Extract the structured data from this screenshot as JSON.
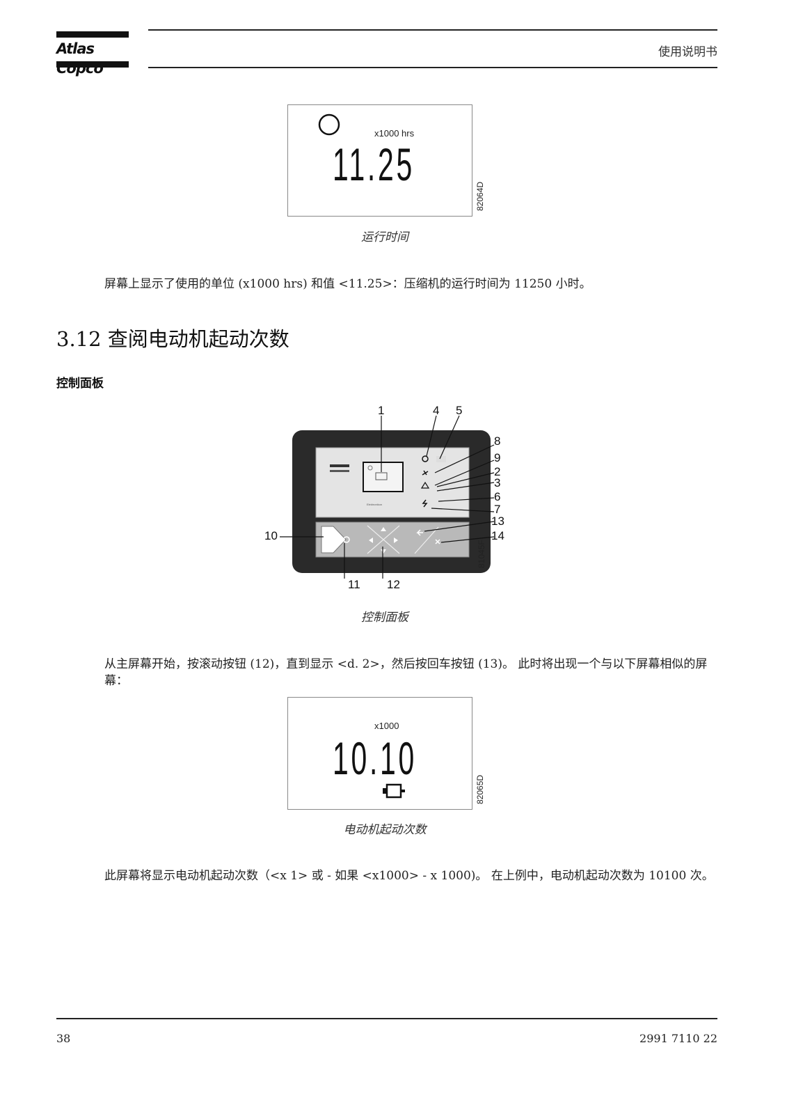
{
  "header": {
    "brand": "Atlas Copco",
    "title": "使用说明书"
  },
  "figure1": {
    "unit": "x1000 hrs",
    "value": "11.25",
    "code": "82064D",
    "caption": "运行时间"
  },
  "para1": "屏幕上显示了使用的单位 (x1000 hrs) 和值 <11.25>：压缩机的运行时间为 11250 小时。",
  "section": {
    "title": "3.12  查阅电动机起动次数",
    "subtitle": "控制面板"
  },
  "panel": {
    "code": "81045F",
    "caption": "控制面板",
    "callouts": [
      "1",
      "4",
      "5",
      "8",
      "9",
      "2",
      "3",
      "6",
      "7",
      "13",
      "14",
      "10",
      "11",
      "12"
    ]
  },
  "para2": "从主屏幕开始，按滚动按钮 (12)，直到显示 <d. 2>，然后按回车按钮 (13)。 此时将出现一个与以下屏幕相似的屏幕：",
  "figure2": {
    "unit": "x1000",
    "value": "10.10",
    "code": "82065D",
    "caption": "电动机起动次数"
  },
  "para3": "此屏幕将显示电动机起动次数（<x 1> 或 - 如果 <x1000> - x 1000)。 在上例中，电动机起动次数为 10100 次。",
  "footer": {
    "page": "38",
    "doc": "2991 7110 22"
  }
}
